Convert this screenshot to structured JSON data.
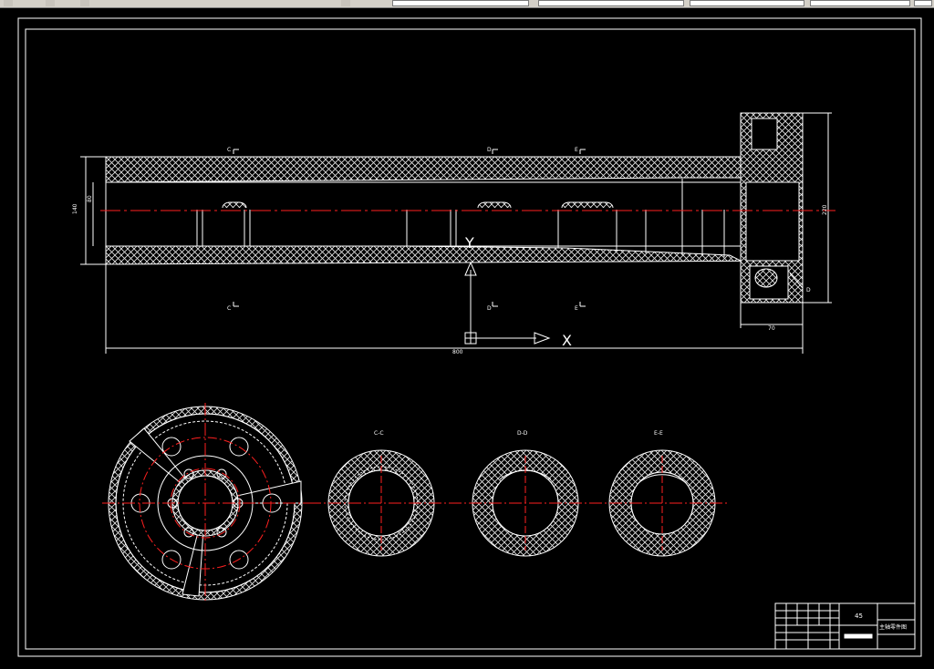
{
  "app": {
    "name": "AutoCAD drawing viewport"
  },
  "colors": {
    "background": "#000000",
    "lines": "#ffffff",
    "centerline": "#ff2020",
    "toolbar": "#d4d0c8"
  },
  "toolbar": {
    "icons": [
      "open-icon",
      "layers-icon",
      "properties-icon",
      "match-icon"
    ],
    "dropdowns": [
      "layer-dropdown",
      "color-dropdown",
      "linetype-dropdown",
      "lineweight-dropdown",
      "plotstyle-dropdown"
    ]
  },
  "drawing": {
    "dims": {
      "length": "800",
      "flange_width": "70",
      "dia_left_outer": "140",
      "dia_left_inner": "80",
      "dia_right": "220",
      "flange_label": "D"
    },
    "cuts": {
      "c": "C",
      "d": "D",
      "e": "E"
    },
    "sections": {
      "c": "C-C",
      "d": "D-D",
      "e": "E-E"
    },
    "ucs": {
      "x": "X",
      "y": "Y"
    },
    "title_block": {
      "material": "45",
      "name": "主轴零件图"
    }
  }
}
